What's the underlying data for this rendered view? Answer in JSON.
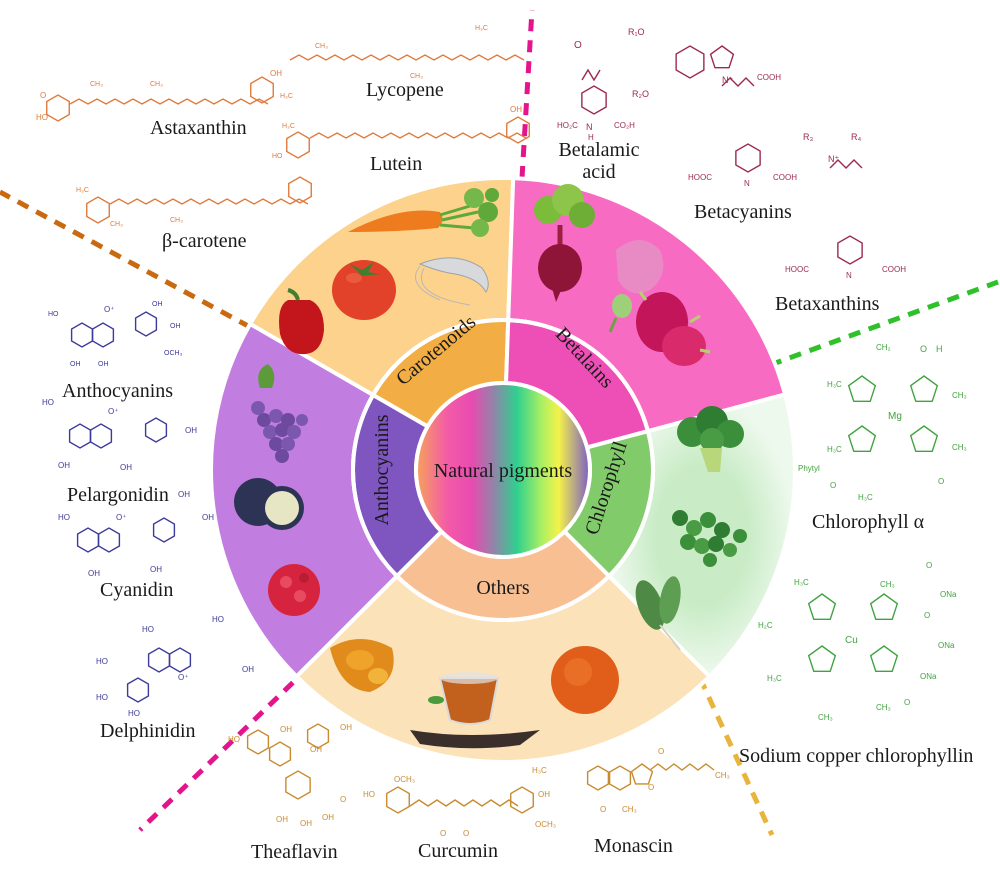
{
  "center": {
    "label": "Natural pigments"
  },
  "categories": [
    {
      "id": "carotenoids",
      "label": "Carotenoids",
      "color": "#f2ae45",
      "outer_color": "#fcd28c",
      "foods": [
        "carrot",
        "tomato",
        "bell-pepper",
        "shrimp"
      ]
    },
    {
      "id": "betalains",
      "label": "Betalains",
      "color": "#ee4fb7",
      "outer_color": "#f86bc3",
      "foods": [
        "beetroot",
        "flower",
        "dragon-fruit"
      ]
    },
    {
      "id": "chlorophyll",
      "label": "Chlorophyll",
      "color": "#82cb6b",
      "outer_color": "#d4efd4",
      "foods": [
        "broccoli",
        "spirulina",
        "spinach"
      ]
    },
    {
      "id": "others",
      "label": "Others",
      "color": "#f8c092",
      "outer_color": "#fbe2b8",
      "foods": [
        "turmeric",
        "tea",
        "red-yeast-powder"
      ]
    },
    {
      "id": "anthocyanins",
      "label": "Anthocyanins",
      "color": "#7f55bf",
      "outer_color": "#c27de0",
      "foods": [
        "grapes",
        "blueberry",
        "raspberry"
      ]
    }
  ],
  "compounds": {
    "carotenoids": [
      "Astaxanthin",
      "Lycopene",
      "Lutein",
      "β-carotene"
    ],
    "betalains": [
      "Betalamic acid",
      "Betacyanins",
      "Betaxanthins"
    ],
    "chlorophyll": [
      "Chlorophyll α",
      "Sodium copper chlorophyllin"
    ],
    "others": [
      "Theaflavin",
      "Curcumin",
      "Monascin"
    ],
    "anthocyanins": [
      "Anthocyanins",
      "Pelargonidin",
      "Cyanidin",
      "Delphinidin"
    ]
  },
  "labels": {
    "astaxanthin": "Astaxanthin",
    "lycopene": "Lycopene",
    "lutein": "Lutein",
    "beta_carotene": "β-carotene",
    "betalamic_1": "Betalamic",
    "betalamic_2": "acid",
    "betacyanins": "Betacyanins",
    "betaxanthins": "Betaxanthins",
    "chlorophyll_a": "Chlorophyll α",
    "chlorophyllin": "Sodium copper chlorophyllin",
    "theaflavin": "Theaflavin",
    "curcumin": "Curcumin",
    "monascin": "Monascin",
    "anthocyanins": "Anthocyanins",
    "pelargonidin": "Pelargonidin",
    "cyanidin": "Cyanidin",
    "delphinidin": "Delphinidin"
  },
  "chem_text": {
    "ch3": "CH₃",
    "h3c": "H₃C",
    "oh": "OH",
    "ho": "HO",
    "o": "O",
    "h": "H",
    "n": "N",
    "nplus": "N⁺",
    "oplus": "O⁺",
    "och3": "OCH₃",
    "ho2c": "HO₂C",
    "co2h": "CO₂H",
    "cooh": "COOH",
    "hooc": "HOOC",
    "r1o": "R₁O",
    "r2o": "R₂O",
    "r3": "R₃",
    "r4": "R₄",
    "mg": "Mg",
    "cu": "Cu",
    "ch2": "CH₂",
    "h2c": "H₂C",
    "phytyl": "Phytyl",
    "ona": "ONa"
  },
  "colors": {
    "carotenoid_struct": "#e07a3c",
    "betalain_struct": "#9b2a4c",
    "chlorophyll_struct": "#3fa33f",
    "anthocyanin_struct": "#3c3a9a",
    "others_struct": "#c98a2e",
    "divider_orange": "#c96a10",
    "divider_magenta": "#e3148c",
    "divider_green": "#2fc12a",
    "divider_yellow": "#e8b43c"
  }
}
